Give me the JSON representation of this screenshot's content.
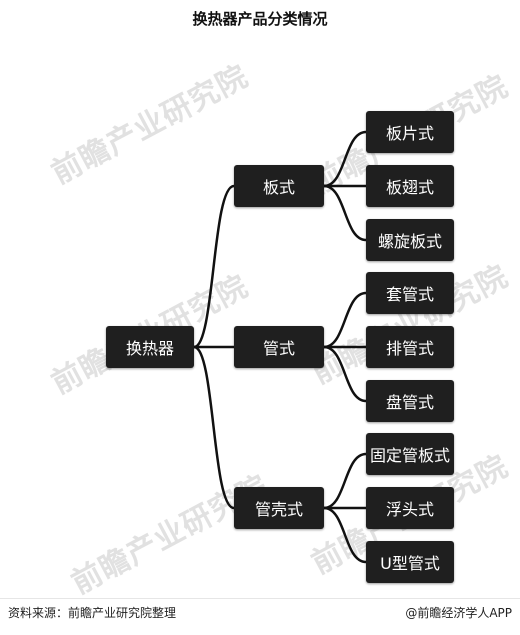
{
  "title": "换热器产品分类情况",
  "watermark": "前瞻产业研究院",
  "diagram": {
    "root": "换热器",
    "groups": [
      {
        "label": "板式",
        "children": [
          "板片式",
          "板翅式",
          "螺旋板式"
        ]
      },
      {
        "label": "管式",
        "children": [
          "套管式",
          "排管式",
          "盘管式"
        ]
      },
      {
        "label": "管壳式",
        "children": [
          "固定管板式",
          "浮头式",
          "U型管式"
        ]
      }
    ]
  },
  "footer": {
    "source": "资料来源：前瞻产业研究院整理",
    "brand": "@前瞻经济学人APP"
  }
}
